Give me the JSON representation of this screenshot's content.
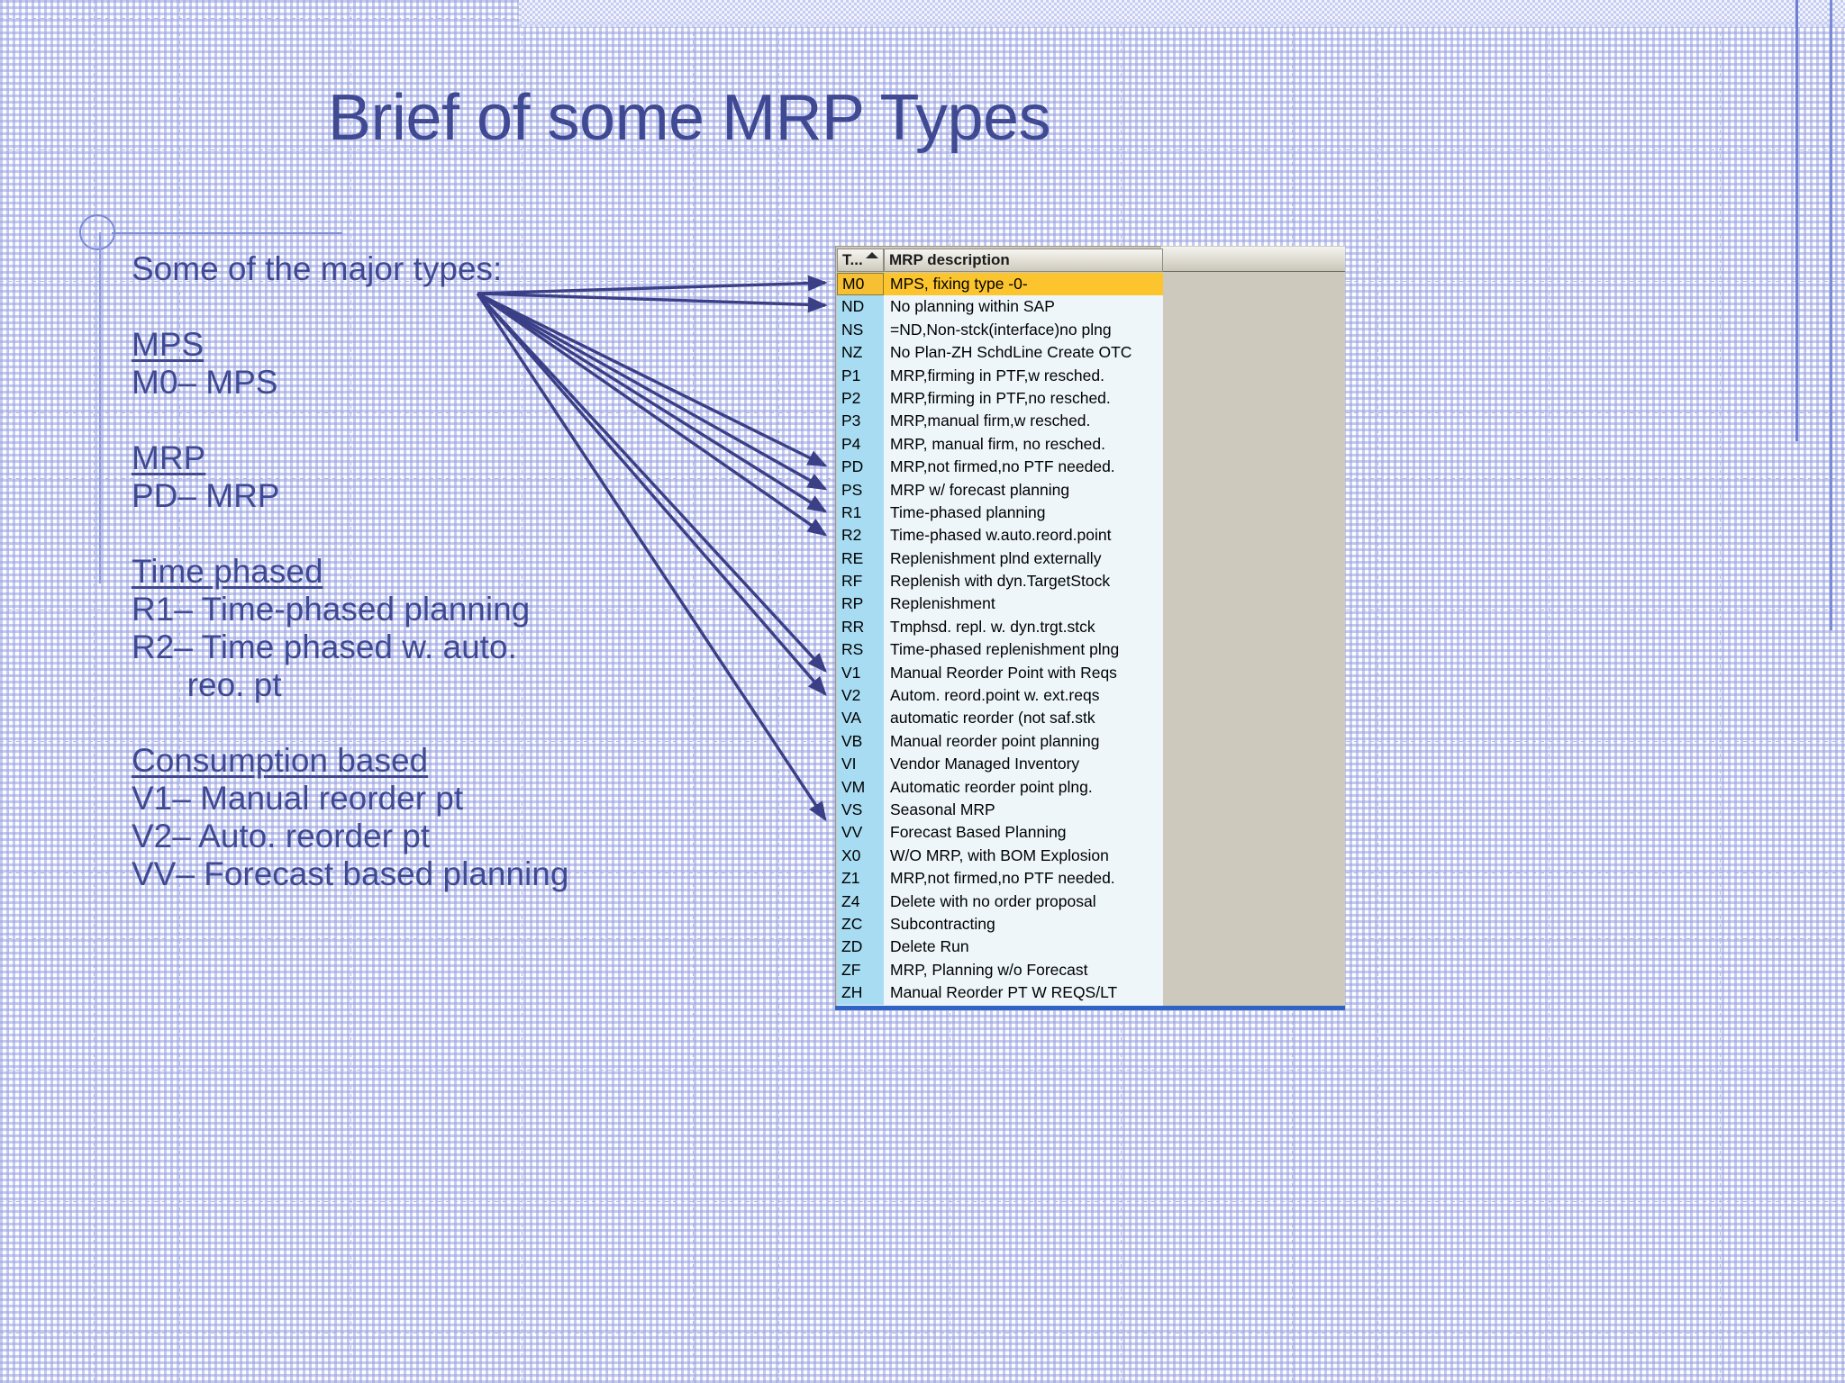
{
  "slide": {
    "title": "Brief of some MRP Types",
    "intro": "Some of the major types:",
    "groups": [
      {
        "heading": "MPS",
        "lines": [
          "M0– MPS"
        ]
      },
      {
        "heading": "MRP",
        "lines": [
          "PD– MRP"
        ]
      },
      {
        "heading": "Time phased",
        "lines": [
          "R1– Time-phased planning",
          "R2– Time phased w. auto.",
          "      reo. pt"
        ]
      },
      {
        "heading": "Consumption based",
        "lines": [
          "V1– Manual reorder pt",
          "V2– Auto. reorder pt",
          "VV– Forecast based planning"
        ]
      }
    ]
  },
  "sap_table": {
    "columns": [
      "T...",
      "MRP description"
    ],
    "selected_code": "M0",
    "rows": [
      {
        "code": "M0",
        "desc": "MPS, fixing type -0-",
        "selected": true
      },
      {
        "code": "ND",
        "desc": "No planning within SAP",
        "selected": false
      },
      {
        "code": "NS",
        "desc": "=ND,Non-stck(interface)no plng",
        "selected": false
      },
      {
        "code": "NZ",
        "desc": "No Plan-ZH SchdLine Create OTC",
        "selected": false
      },
      {
        "code": "P1",
        "desc": "MRP,firming in PTF,w resched.",
        "selected": false
      },
      {
        "code": "P2",
        "desc": "MRP,firming in PTF,no resched.",
        "selected": false
      },
      {
        "code": "P3",
        "desc": "MRP,manual firm,w resched.",
        "selected": false
      },
      {
        "code": "P4",
        "desc": "MRP, manual firm, no resched.",
        "selected": false
      },
      {
        "code": "PD",
        "desc": "MRP,not firmed,no PTF needed.",
        "selected": false
      },
      {
        "code": "PS",
        "desc": "MRP w/ forecast planning",
        "selected": false
      },
      {
        "code": "R1",
        "desc": "Time-phased planning",
        "selected": false
      },
      {
        "code": "R2",
        "desc": "Time-phased w.auto.reord.point",
        "selected": false
      },
      {
        "code": "RE",
        "desc": "Replenishment plnd externally",
        "selected": false
      },
      {
        "code": "RF",
        "desc": "Replenish with dyn.TargetStock",
        "selected": false
      },
      {
        "code": "RP",
        "desc": "Replenishment",
        "selected": false
      },
      {
        "code": "RR",
        "desc": "Tmphsd. repl. w. dyn.trgt.stck",
        "selected": false
      },
      {
        "code": "RS",
        "desc": "Time-phased replenishment plng",
        "selected": false
      },
      {
        "code": "V1",
        "desc": "Manual Reorder Point with Reqs",
        "selected": false
      },
      {
        "code": "V2",
        "desc": "Autom. reord.point w. ext.reqs",
        "selected": false
      },
      {
        "code": "VA",
        "desc": "automatic reorder (not saf.stk",
        "selected": false
      },
      {
        "code": "VB",
        "desc": "Manual reorder point planning",
        "selected": false
      },
      {
        "code": "VI",
        "desc": "Vendor Managed Inventory",
        "selected": false
      },
      {
        "code": "VM",
        "desc": "Automatic reorder point plng.",
        "selected": false
      },
      {
        "code": "VS",
        "desc": "Seasonal MRP",
        "selected": false
      },
      {
        "code": "VV",
        "desc": "Forecast Based Planning",
        "selected": false
      },
      {
        "code": "X0",
        "desc": "W/O MRP, with BOM Explosion",
        "selected": false
      },
      {
        "code": "Z1",
        "desc": "MRP,not firmed,no PTF needed.",
        "selected": false
      },
      {
        "code": "Z4",
        "desc": "Delete with no order proposal",
        "selected": false
      },
      {
        "code": "ZC",
        "desc": "Subcontracting",
        "selected": false
      },
      {
        "code": "ZD",
        "desc": "Delete Run",
        "selected": false
      },
      {
        "code": "ZF",
        "desc": "MRP, Planning w/o Forecast",
        "selected": false
      },
      {
        "code": "ZH",
        "desc": "Manual Reorder PT W REQS/LT",
        "selected": false
      }
    ]
  },
  "colors": {
    "title_text": "#3f4a92",
    "body_text": "#3f4a92",
    "arrow": "#3b3f86",
    "row_code_bg": "#a8dcf2",
    "row_desc_bg": "#eef6fa",
    "selected_row_bg": "#fcc52e",
    "window_chrome": "#cbc8bb",
    "grid_line": "#b2b9e8",
    "bottom_rule": "#2f63c4"
  },
  "arrow_targets": [
    "M0",
    "ND",
    "PD",
    "PS",
    "R1",
    "R2",
    "V1",
    "V2",
    "VV"
  ]
}
